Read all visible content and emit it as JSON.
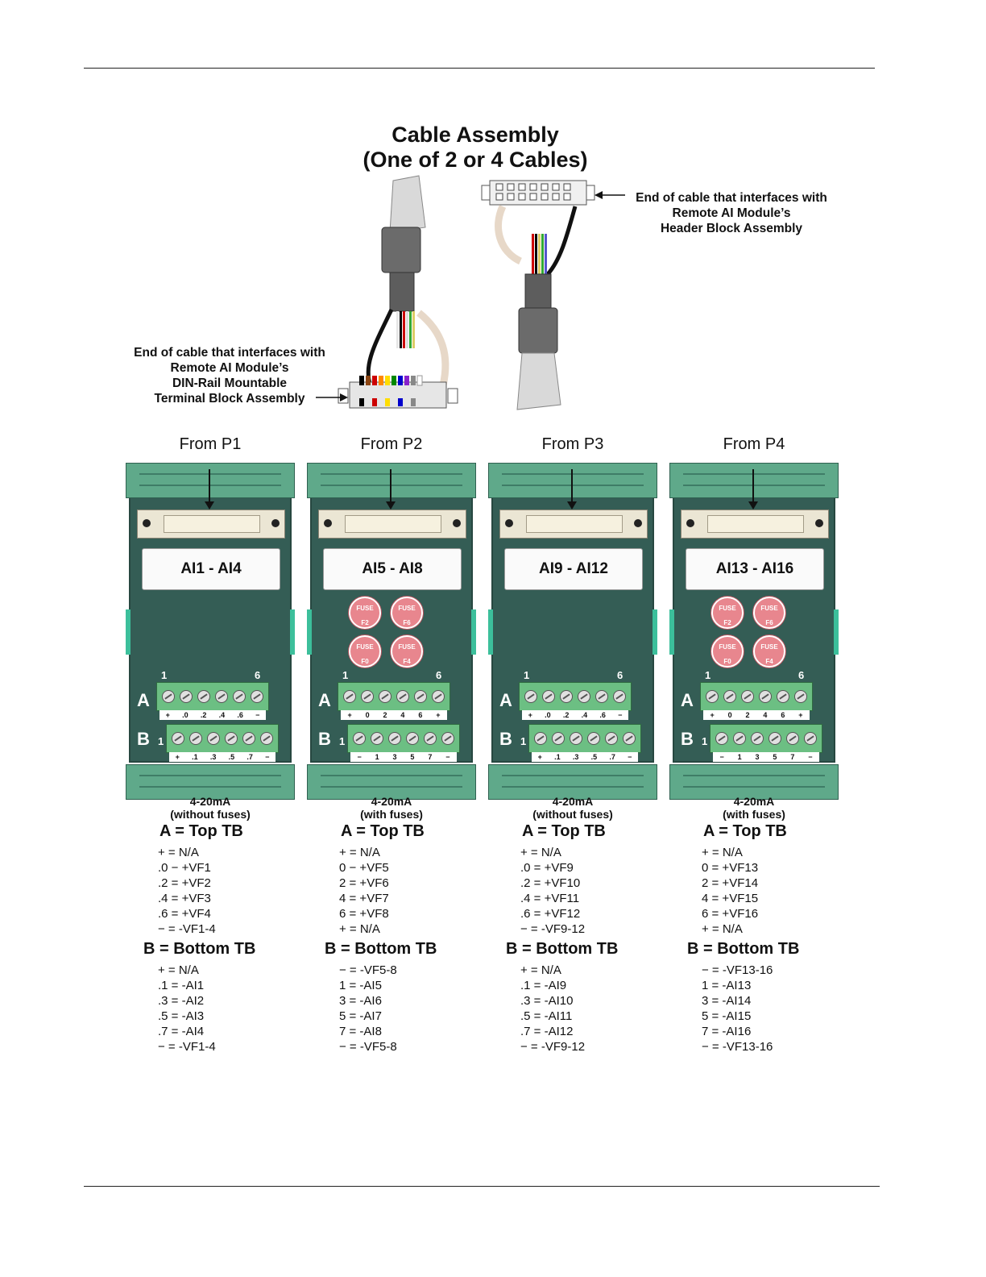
{
  "title": {
    "line1": "Cable Assembly",
    "line2": "(One of 2 or 4 Cables)"
  },
  "callouts": {
    "header_end": [
      "End of cable that interfaces with",
      "Remote AI Module’s",
      "Header Block Assembly"
    ],
    "din_end": [
      "End of cable that interfaces with",
      "Remote AI Module’s",
      "DIN-Rail Mountable",
      "Terminal Block Assembly"
    ]
  },
  "modules": [
    {
      "from": "From P1",
      "label": "AI1 - AI4",
      "fuses": [],
      "col_start": "1",
      "col_end": "6",
      "row_a": "A",
      "row_b": "B",
      "row_b_num": "1",
      "a_strip": [
        "+",
        ".0",
        ".2",
        ".4",
        ".6",
        "−"
      ],
      "b_strip": [
        "+",
        ".1",
        ".3",
        ".5",
        ".7",
        "−"
      ],
      "caption1": "4-20mA",
      "caption2": "(without fuses)",
      "top_head": "A = Top TB",
      "top_list": [
        "+ = N/A",
        ".0 − +VF1",
        ".2 = +VF2",
        ".4 = +VF3",
        ".6 = +VF4",
        "− = -VF1-4"
      ],
      "bottom_head": "B = Bottom TB",
      "bottom_list": [
        "+ = N/A",
        ".1 = -AI1",
        ".3 = -AI2",
        ".5 = -AI3",
        ".7 = -AI4",
        "− = -VF1-4"
      ]
    },
    {
      "from": "From P2",
      "label": "AI5 - AI8",
      "fuses": [
        [
          "FUSE",
          "F2"
        ],
        [
          "FUSE",
          "F6"
        ],
        [
          "FUSE",
          "F0"
        ],
        [
          "FUSE",
          "F4"
        ]
      ],
      "col_start": "1",
      "col_end": "6",
      "row_a": "A",
      "row_b": "B",
      "row_b_num": "1",
      "a_strip": [
        "+",
        "0",
        "2",
        "4",
        "6",
        "+"
      ],
      "b_strip": [
        "−",
        "1",
        "3",
        "5",
        "7",
        "−"
      ],
      "caption1": "4-20mA",
      "caption2": "(with fuses)",
      "top_head": "A = Top TB",
      "top_list": [
        "+ = N/A",
        "0 − +VF5",
        "2 = +VF6",
        "4 = +VF7",
        "6 = +VF8",
        "+ = N/A"
      ],
      "bottom_head": "B = Bottom TB",
      "bottom_list": [
        "− = -VF5-8",
        "1 = -AI5",
        "3 = -AI6",
        "5 = -AI7",
        "7 = -AI8",
        "− = -VF5-8"
      ]
    },
    {
      "from": "From P3",
      "label": "AI9 - AI12",
      "fuses": [],
      "col_start": "1",
      "col_end": "6",
      "row_a": "A",
      "row_b": "B",
      "row_b_num": "1",
      "a_strip": [
        "+",
        ".0",
        ".2",
        ".4",
        ".6",
        "−"
      ],
      "b_strip": [
        "+",
        ".1",
        ".3",
        ".5",
        ".7",
        "−"
      ],
      "caption1": "4-20mA",
      "caption2": "(without fuses)",
      "top_head": "A = Top TB",
      "top_list": [
        "+ = N/A",
        ".0 = +VF9",
        ".2 = +VF10",
        ".4 = +VF11",
        ".6 = +VF12",
        "− = -VF9-12"
      ],
      "bottom_head": "B = Bottom TB",
      "bottom_list": [
        "+ = N/A",
        ".1 = -AI9",
        ".3 = -AI10",
        ".5 = -AI11",
        ".7 = -AI12",
        "− = -VF9-12"
      ]
    },
    {
      "from": "From P4",
      "label": "AI13 - AI16",
      "fuses": [
        [
          "FUSE",
          "F2"
        ],
        [
          "FUSE",
          "F6"
        ],
        [
          "FUSE",
          "F0"
        ],
        [
          "FUSE",
          "F4"
        ]
      ],
      "col_start": "1",
      "col_end": "6",
      "row_a": "A",
      "row_b": "B",
      "row_b_num": "1",
      "a_strip": [
        "+",
        "0",
        "2",
        "4",
        "6",
        "+"
      ],
      "b_strip": [
        "−",
        "1",
        "3",
        "5",
        "7",
        "−"
      ],
      "caption1": "4-20mA",
      "caption2": "(with fuses)",
      "top_head": "A = Top TB",
      "top_list": [
        "+ = N/A",
        "0 = +VF13",
        "2 = +VF14",
        "4 = +VF15",
        "6 = +VF16",
        "+ = N/A"
      ],
      "bottom_head": "B = Bottom TB",
      "bottom_list": [
        "− = -VF13-16",
        "1 = -AI13",
        "3 = -AI14",
        "5 = -AI15",
        "7 = -AI16",
        "− = -VF13-16"
      ]
    }
  ],
  "colors": {
    "board_dark": "#345d55",
    "rail_green": "#5fa98a",
    "terminal_green": "#6cbf83",
    "fuse_pink": "#e8868e",
    "wire_ribbon": [
      "#000000",
      "#8b4513",
      "#ff0000",
      "#ff8c00",
      "#ffd700",
      "#008000",
      "#0000ff",
      "#8a2be2",
      "#808080",
      "#ffffff"
    ]
  }
}
